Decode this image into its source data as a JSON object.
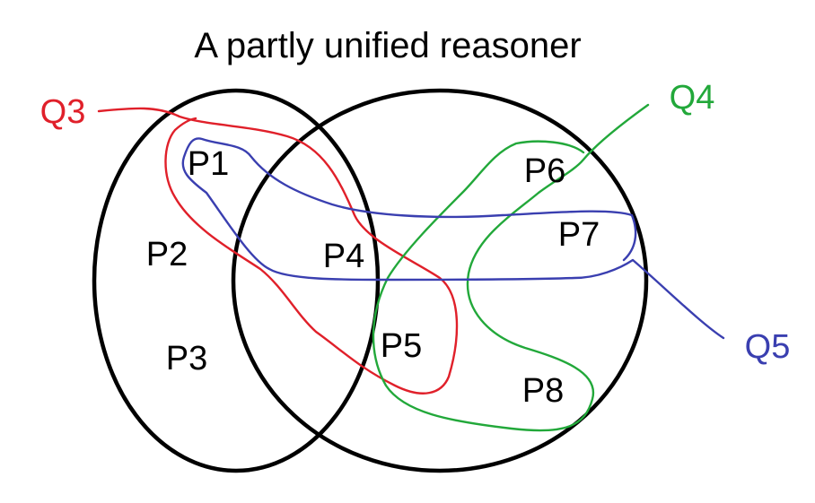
{
  "title": "A partly unified reasoner",
  "regions": {
    "p1": "P1",
    "p2": "P2",
    "p3": "P3",
    "p4": "P4",
    "p5": "P5",
    "p6": "P6",
    "p7": "P7",
    "p8": "P8"
  },
  "queries": {
    "q3": {
      "label": "Q3",
      "color": "#e0202a"
    },
    "q4": {
      "label": "Q4",
      "color": "#22a83a"
    },
    "q5": {
      "label": "Q5",
      "color": "#3a3fb0"
    }
  },
  "colors": {
    "circle": "#000000",
    "background": "#ffffff"
  }
}
